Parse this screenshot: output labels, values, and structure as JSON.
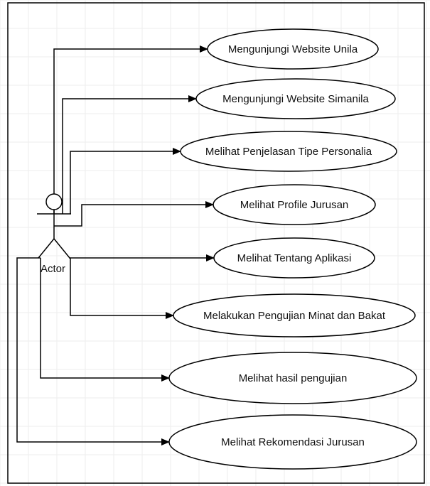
{
  "diagram": {
    "actor": {
      "label": "Actor"
    },
    "use_cases": [
      {
        "id": "uc1",
        "label": "Mengunjungi Website Unila"
      },
      {
        "id": "uc2",
        "label": "Mengunjungi Website Simanila"
      },
      {
        "id": "uc3",
        "label": "Melihat Penjelasan Tipe Personalia"
      },
      {
        "id": "uc4",
        "label": "Melihat Profile Jurusan"
      },
      {
        "id": "uc5",
        "label": "Melihat Tentang Aplikasi"
      },
      {
        "id": "uc6",
        "label": "Melakukan Pengujian Minat dan Bakat"
      },
      {
        "id": "uc7",
        "label": "Melihat hasil pengujian"
      },
      {
        "id": "uc8",
        "label": "Melihat Rekomendasi Jurusan"
      }
    ]
  }
}
